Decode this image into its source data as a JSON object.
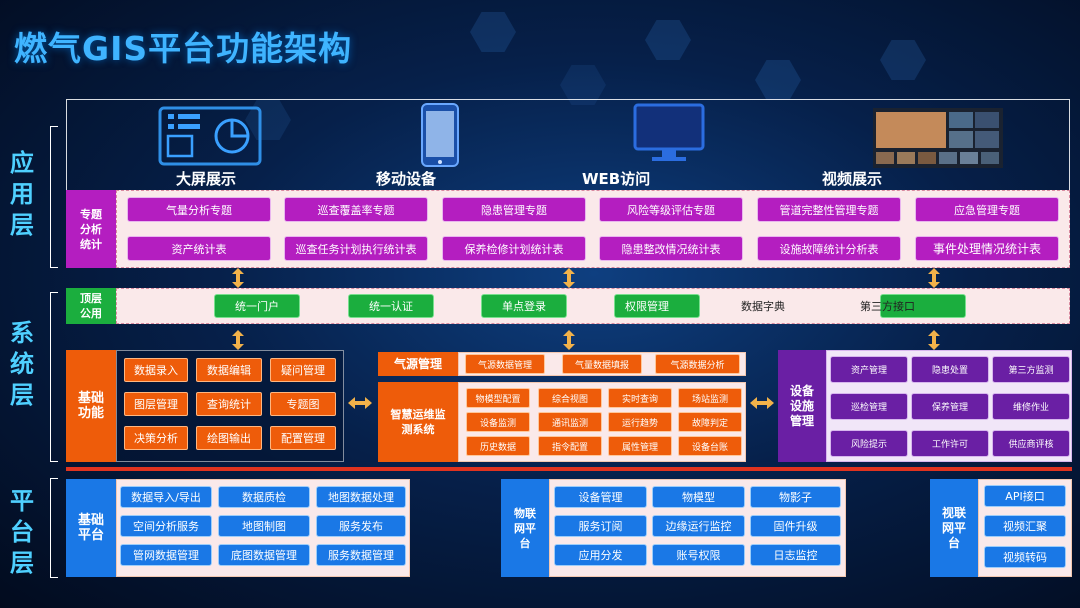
{
  "title": "燃气GIS平台功能架构",
  "layers": {
    "app": [
      "应",
      "用",
      "层"
    ],
    "system": [
      "系",
      "统",
      "层"
    ],
    "platform": [
      "平",
      "台",
      "层"
    ]
  },
  "devices": [
    {
      "label": "大屏展示",
      "icon": "dashboard-icon"
    },
    {
      "label": "移动设备",
      "icon": "mobile-phone-icon"
    },
    {
      "label": "WEB访问",
      "icon": "desktop-monitor-icon"
    },
    {
      "label": "视频展示",
      "icon": "video-wall-icon"
    }
  ],
  "topic": {
    "label": [
      "专题",
      "分析",
      "统计"
    ],
    "row1": [
      "气量分析专题",
      "巡查覆盖率专题",
      "隐患管理专题",
      "风险等级评估专题",
      "管道完整性管理专题",
      "应急管理专题"
    ],
    "row2": [
      "资产统计表",
      "巡查任务计划执行统计表",
      "保养检修计划统计表",
      "隐患整改情况统计表",
      "设施故障统计分析表",
      "事件处理情况统计表"
    ]
  },
  "top_common": {
    "label": [
      "顶层",
      "公用"
    ],
    "items": [
      "统一门户",
      "统一认证",
      "单点登录",
      "权限管理",
      "数据字典",
      "第三方接口"
    ]
  },
  "basic": {
    "label": [
      "基础",
      "功能"
    ],
    "items": [
      "数据录入",
      "数据编辑",
      "疑问管理",
      "图层管理",
      "查询统计",
      "专题图",
      "决策分析",
      "绘图输出",
      "配置管理"
    ]
  },
  "gas": {
    "label": "气源管理",
    "items": [
      "气源数据管理",
      "气量数据填报",
      "气源数据分析"
    ]
  },
  "smart": {
    "label": [
      "智慧运维监",
      "测系统"
    ],
    "items": [
      "物模型配置",
      "综合视图",
      "实时查询",
      "场站监测",
      "设备监测",
      "通讯监测",
      "运行趋势",
      "故障判定",
      "历史数据",
      "指令配置",
      "属性管理",
      "设备台账"
    ]
  },
  "facility": {
    "label": [
      "设备",
      "设施",
      "管理"
    ],
    "items": [
      "资产管理",
      "隐患处置",
      "第三方监测",
      "巡检管理",
      "保养管理",
      "维修作业",
      "风险提示",
      "工作许可",
      "供应商评核"
    ]
  },
  "platform_basic": {
    "label": [
      "基础",
      "平台"
    ],
    "items": [
      "数据导入/导出",
      "数据质检",
      "地图数据处理",
      "空间分析服务",
      "地图制图",
      "服务发布",
      "管网数据管理",
      "底图数据管理",
      "服务数据管理"
    ]
  },
  "iot": {
    "label": [
      "物联",
      "网平",
      "台"
    ],
    "items": [
      "设备管理",
      "物模型",
      "物影子",
      "服务订阅",
      "边缘运行监控",
      "固件升级",
      "应用分发",
      "账号权限",
      "日志监控"
    ]
  },
  "video": {
    "label": [
      "视联",
      "网平",
      "台"
    ],
    "items": [
      "API接口",
      "视频汇聚",
      "视频转码"
    ]
  },
  "colors": {
    "purple": "#b41ec0",
    "green": "#1bae3e",
    "orange": "#ee5c0a",
    "violet": "#6a1fa4",
    "blue": "#1a78e6",
    "divider": "#e0331f"
  }
}
